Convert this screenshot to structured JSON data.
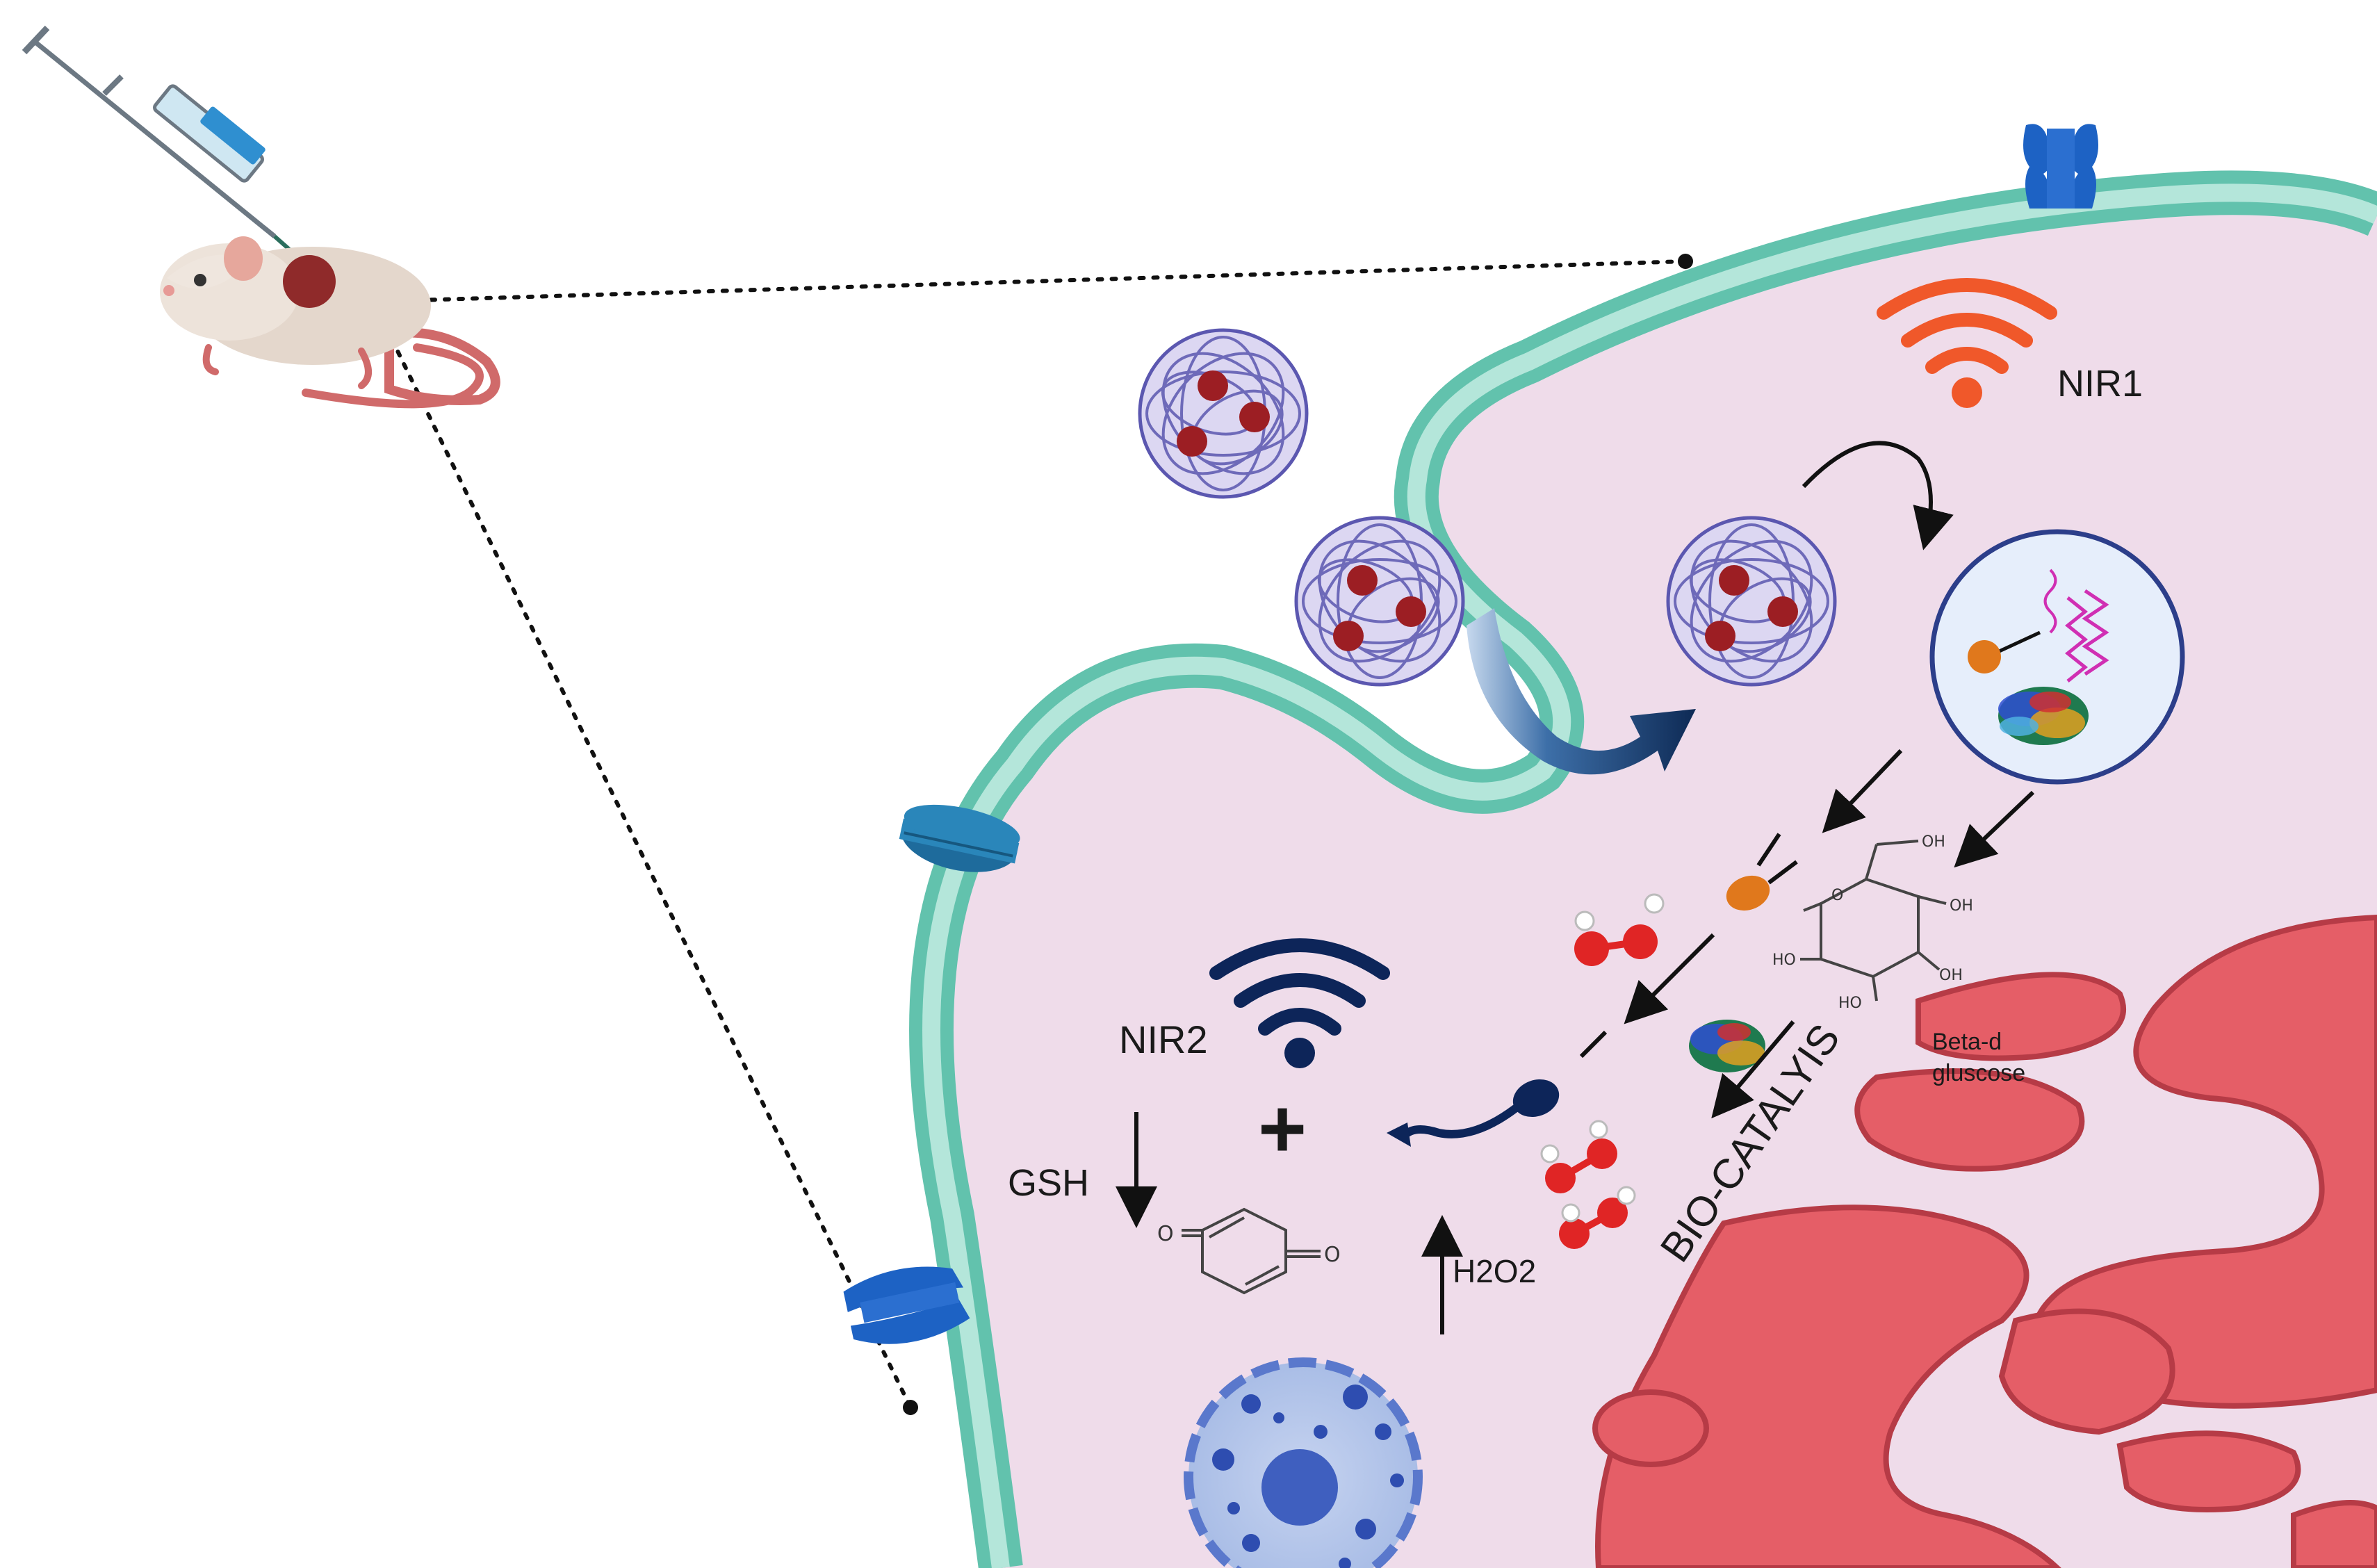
{
  "labels": {
    "nir1": "NIR1",
    "nir2": "NIR2",
    "gsh": "GSH",
    "h2o2": "H2O2",
    "biocatalysis": "BIO-CATALYIS",
    "beta_line1": "Beta-d",
    "beta_line2": "gluscose",
    "plus": "+",
    "oh1": "OH",
    "oh2": "OH",
    "oh3": "OH",
    "ho1": "HO",
    "ho2": "HO",
    "o_ring": "O",
    "o_left": "O",
    "o_right": "O"
  },
  "colors": {
    "cytoplasm": "#efdcea",
    "membrane": "#62c2ad",
    "membrane_inner": "#b4e6da",
    "golgi": "#e55e67",
    "golgi_dark": "#b63b46",
    "nanoparticle_mesh": "#5b57b0",
    "nanoparticle_core": "#9c1e23",
    "nir1_wave": "#f0582a",
    "nir2_wave": "#0d2559",
    "channel": "#2a73a8",
    "receptor": "#1d62c4",
    "oxygen": "#e02525",
    "enzyme": "#e0781c"
  },
  "icons": [
    "syringe-icon",
    "mouse-icon",
    "nanoparticle-icon",
    "wifi-nir1-icon",
    "wifi-nir2-icon",
    "ion-channel-icon",
    "receptor-icon",
    "h2o2-molecule-icon",
    "glucose-structure-icon",
    "quinone-structure-icon",
    "enzyme-protein-icon",
    "golgi-apparatus-icon",
    "tumor-cell-icon"
  ]
}
